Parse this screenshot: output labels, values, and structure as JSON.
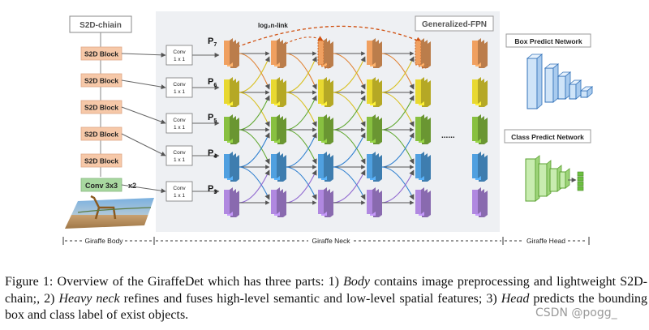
{
  "diagram": {
    "body_title": "S2D-chiain",
    "s2d_blocks": [
      "S2D Block",
      "S2D Block",
      "S2D Block",
      "S2D Block",
      "S2D Block"
    ],
    "conv3x3_label": "Conv 3x3",
    "conv3x3_repeat": "x2",
    "conv_boxes": [
      {
        "line1": "Conv",
        "line2": "1 x 1"
      },
      {
        "line1": "Conv",
        "line2": "1 x 1"
      },
      {
        "line1": "Conv",
        "line2": "1 x 1"
      },
      {
        "line1": "Conv",
        "line2": "1 x 1"
      },
      {
        "line1": "Conv",
        "line2": "1 x 1"
      }
    ],
    "levels": [
      {
        "p": "P",
        "sub": "7"
      },
      {
        "p": "P",
        "sub": "6"
      },
      {
        "p": "P",
        "sub": "5"
      },
      {
        "p": "P",
        "sub": "4"
      },
      {
        "p": "P",
        "sub": "3"
      }
    ],
    "level_colors": [
      "#f0a060",
      "#e8d830",
      "#88c040",
      "#50a0e0",
      "#b088e0"
    ],
    "log_link_label": "log₂n-link",
    "fpn_title": "Generalized-FPN",
    "ellipsis": "......",
    "box_head_title": "Box Predict Network",
    "class_head_title": "Class Predict Network",
    "sections": {
      "body": "Giraffe Body",
      "neck": "Giraffe Neck",
      "head": "Giraffe Head"
    }
  },
  "caption": {
    "prefix": "Figure 1: Overview of the GiraffeDet which has three parts: 1) ",
    "body_term": "Body",
    "part1": " contains image preprocessing and lightweight S2D-chain;, 2) ",
    "neck_term": "Heavy neck",
    "part2": " refines and fuses high-level semantic and low-level spatial features; 3) ",
    "head_term": "Head",
    "part3": " predicts the bounding box and class label of exist objects."
  },
  "watermark": "CSDN @pogg_"
}
